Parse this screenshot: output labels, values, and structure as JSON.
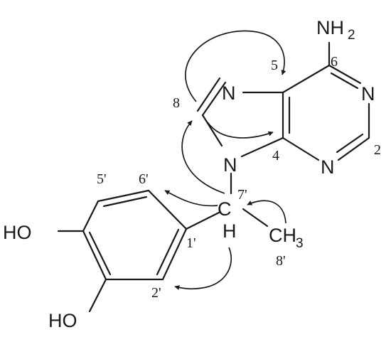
{
  "atoms": {
    "nh2": "NH",
    "nh2_sub": "2",
    "n7": "N",
    "n1": "N",
    "n3": "N",
    "n9": "N",
    "c7prime": "C",
    "h": "H",
    "ch3": "CH",
    "ch3_sub": "3",
    "ho_top": "HO",
    "ho_bottom": "HO"
  },
  "numbers": {
    "n5": "5",
    "n6": "6",
    "n8": "8",
    "n4": "4",
    "n2": "2",
    "n5p": "5'",
    "n6p": "6'",
    "n7p": "7'",
    "n1p": "1'",
    "n2p": "2'",
    "n8p": "8'"
  }
}
